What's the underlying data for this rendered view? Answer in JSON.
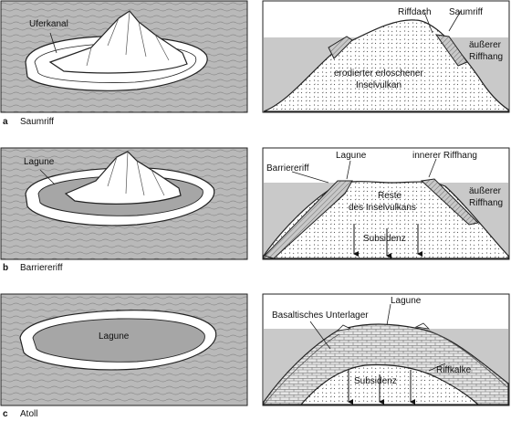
{
  "panels": [
    {
      "caption_letter": "a",
      "caption_text": "Saumriff",
      "left_labels": [
        "Uferkanal"
      ],
      "right_labels": [
        "Riffdach",
        "Saumriff",
        "äußerer",
        "Riffhang",
        "erodierter erloschener",
        "Inselvulkan"
      ]
    },
    {
      "caption_letter": "b",
      "caption_text": "Barriereriff",
      "left_labels": [
        "Lagune"
      ],
      "right_labels": [
        "Lagune",
        "innerer Riffhang",
        "Barriereriff",
        "äußerer",
        "Riffhang",
        "Reste",
        "des Inselvulkans",
        "Subsidenz"
      ]
    },
    {
      "caption_letter": "c",
      "caption_text": "Atoll",
      "left_labels": [
        "Lagune"
      ],
      "right_labels": [
        "Lagune",
        "Basaltisches Unterlager",
        "Riffkalke",
        "Subsidenz"
      ]
    }
  ]
}
